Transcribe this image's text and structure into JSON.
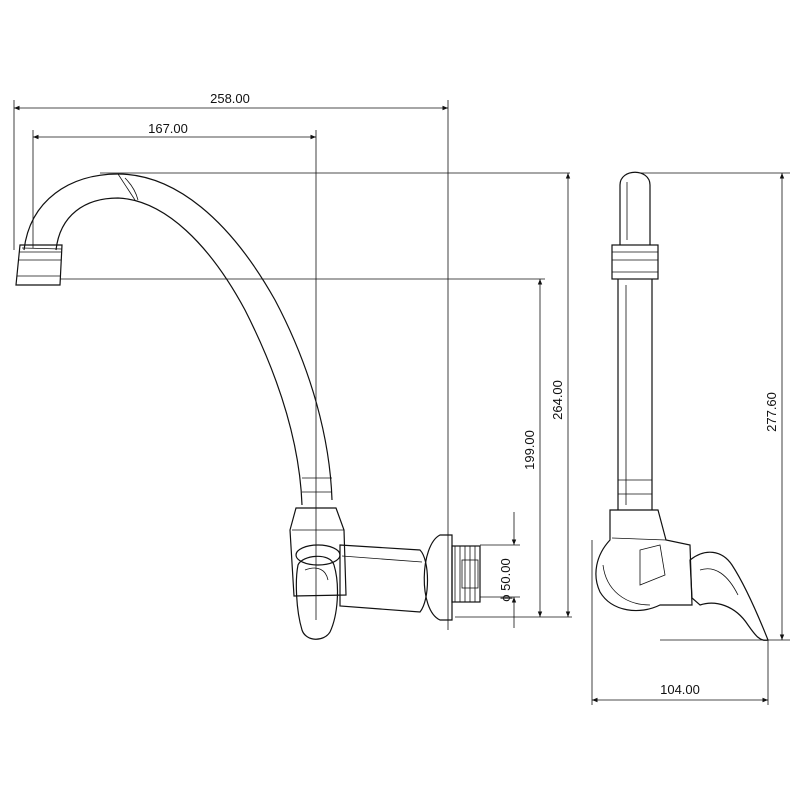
{
  "dimensions": {
    "overall_width": "258.00",
    "spout_reach": "167.00",
    "overall_height": "264.00",
    "outlet_height": "199.00",
    "thread_diameter": "ϕ 50.00",
    "side_height": "277.60",
    "side_depth": "104.00"
  },
  "views": [
    "front-view",
    "side-view"
  ],
  "colors": {
    "line": "#111111",
    "background": "#ffffff"
  }
}
